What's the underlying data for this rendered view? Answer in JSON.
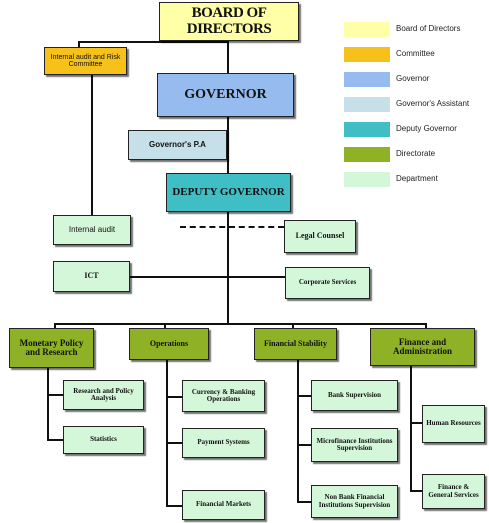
{
  "chart": {
    "board": "BOARD OF DIRECTORS",
    "committee": "Internal audit  and Risk Committee",
    "governor": "GOVERNOR",
    "governors_pa": "Governor's P.A",
    "deputy_governor": "DEPUTY GOVERNOR",
    "internal_audit": "Internal audit",
    "legal_counsel": "Legal Counsel",
    "ict": "ICT",
    "corporate_services": "Corporate Services",
    "directorates": {
      "monetary_policy": "Monetary Policy and Research",
      "operations": "Operations",
      "financial_stability": "Financial Stability",
      "finance_admin": "Finance and Administration"
    },
    "departments": {
      "research_policy": "Research and Policy Analysis",
      "statistics": "Statistics",
      "currency_banking": "Currency & Banking Operations",
      "payment_systems": "Payment Systems",
      "financial_markets": "Financial Markets",
      "bank_supervision": "Bank Supervision",
      "microfinance": "Microfinance Institutions Supervision",
      "non_bank": "Non Bank Financial Institutions Supervision",
      "human_resources": "Human Resources",
      "finance_general": "Finance & General Services"
    }
  },
  "legend": {
    "items": [
      {
        "label": "Board of Directors",
        "color": "#ffffa8"
      },
      {
        "label": "Committee",
        "color": "#f7c11b"
      },
      {
        "label": "Governor",
        "color": "#96bcef"
      },
      {
        "label": "Governor's Assistant",
        "color": "#c6e0ea"
      },
      {
        "label": "Deputy Governor",
        "color": "#3fbec6"
      },
      {
        "label": "Directorate",
        "color": "#8eb126"
      },
      {
        "label": "Department",
        "color": "#d4f7da"
      }
    ]
  }
}
